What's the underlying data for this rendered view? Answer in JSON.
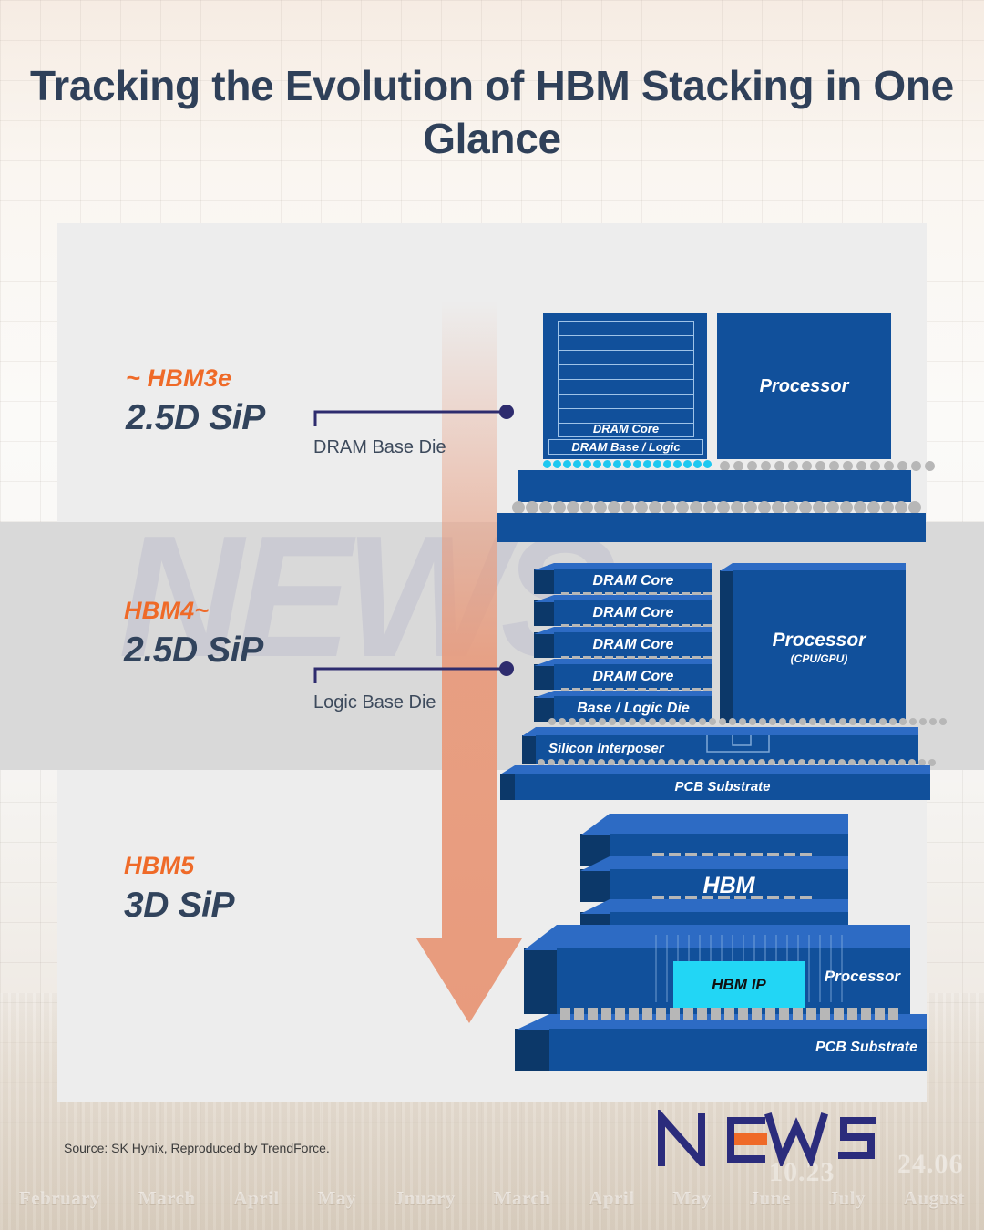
{
  "title": "Tracking the Evolution of HBM Stacking in One Glance",
  "watermark_text": "NEWS",
  "colors": {
    "accent_orange": "#EF6A28",
    "navy_text": "#31435C",
    "die_blue": "#11509B",
    "slab_top": "#2D6BC4",
    "slab_side": "#0C3869",
    "microbump_cyan": "#1EC8F0",
    "bump_gray": "#B7B7B7",
    "hbm_ip_cyan": "#22D6F5",
    "arrow_orange": "#E89B7D",
    "panel_bg": "#EDEDED",
    "band_bg": "#D9D9D9"
  },
  "sections": [
    {
      "id": "hbm3e",
      "generation": "~ HBM3e",
      "kind": "2.5D SiP",
      "callout": "DRAM Base Die",
      "diagram": {
        "type": "flat-2.5d",
        "dram_core_label": "DRAM Core",
        "base_label": "DRAM Base / Logic",
        "processor_label": "Processor",
        "core_layer_count": 8,
        "microbump_count": 17,
        "processor_bump_count": 16,
        "substrate_bump_count": 30
      }
    },
    {
      "id": "hbm4",
      "generation": "HBM4~",
      "kind": "2.5D SiP",
      "callout": "Logic Base Die",
      "diagram": {
        "type": "iso-2.5d",
        "dram_layers": [
          "DRAM Core",
          "DRAM Core",
          "DRAM Core",
          "DRAM Core"
        ],
        "base_label": "Base / Logic Die",
        "processor_label": "Processor",
        "processor_sub_label": "(CPU/GPU)",
        "interposer_label": "Silicon Interposer",
        "substrate_label": "PCB Substrate"
      }
    },
    {
      "id": "hbm5",
      "generation": "HBM5",
      "kind": "3D SiP",
      "callout": "",
      "diagram": {
        "type": "iso-3d",
        "hbm_label": "HBM",
        "hbm_slab_count": 3,
        "processor_label": "Processor",
        "hbm_ip_label": "HBM IP",
        "substrate_label": "PCB Substrate"
      }
    }
  ],
  "footer": {
    "source": "Source: SK Hynix, Reproduced by TrendForce.",
    "logo_text": "NEWS"
  },
  "background": {
    "ghost_months": [
      "February",
      "March",
      "April",
      "May",
      "Jnuary",
      "March",
      "April",
      "May",
      "June",
      "July",
      "August"
    ],
    "ghost_numbers": [
      "10.23",
      "24.06"
    ]
  }
}
